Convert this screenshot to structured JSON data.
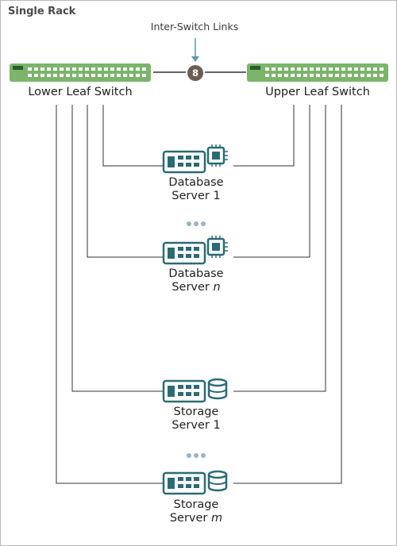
{
  "title": "Single Rack",
  "inter_switch": {
    "label": "Inter-Switch Links",
    "count": "8"
  },
  "switches": {
    "lower": "Lower Leaf Switch",
    "upper": "Upper Leaf Switch"
  },
  "servers": {
    "db1": {
      "line1": "Database",
      "line2": "Server 1"
    },
    "dbn": {
      "line1": "Database",
      "line2_prefix": "Server ",
      "line2_var": "n"
    },
    "st1": {
      "line1": "Storage",
      "line2": "Server 1"
    },
    "stm": {
      "line1": "Storage",
      "line2_prefix": "Server ",
      "line2_var": "m"
    }
  },
  "colors": {
    "switch_fill": "#7ab56a",
    "server_teal": "#2b6b76",
    "line": "#333333",
    "badge": "#6b5d51"
  }
}
